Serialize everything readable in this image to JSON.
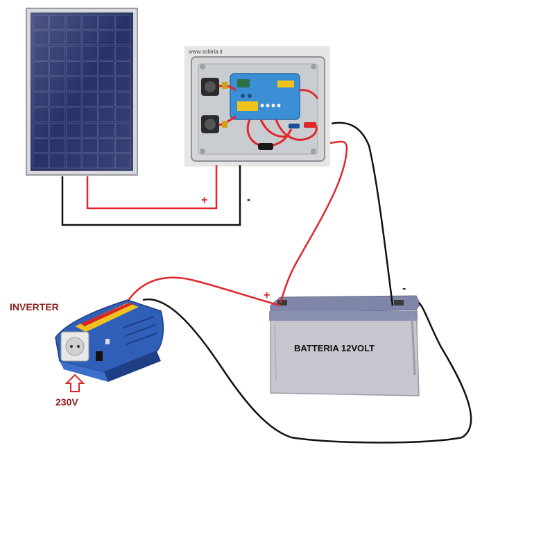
{
  "labels": {
    "inverter": "INVERTER",
    "output_voltage": "230V",
    "battery": "BATTERIA 12VOLT",
    "panel_plus": "+",
    "panel_minus": "-",
    "battery_plus": "+",
    "battery_minus": "-",
    "controller_caption": "www.solarla.it"
  },
  "colors": {
    "positive_wire": "#e0262b",
    "negative_wire": "#111111",
    "label_red": "#8b1a1a",
    "panel_cell": "#27326a",
    "controller_blue": "#3b8fd4",
    "inverter_blue": "#2f5fb8",
    "battery_body": "#c4c4cc",
    "battery_lid": "#7f86a8"
  },
  "components": [
    "solar-panel",
    "charge-controller",
    "battery",
    "inverter"
  ],
  "icons": {
    "output_arrow": "arrow-up-icon",
    "socket": "schuko-socket-icon"
  }
}
